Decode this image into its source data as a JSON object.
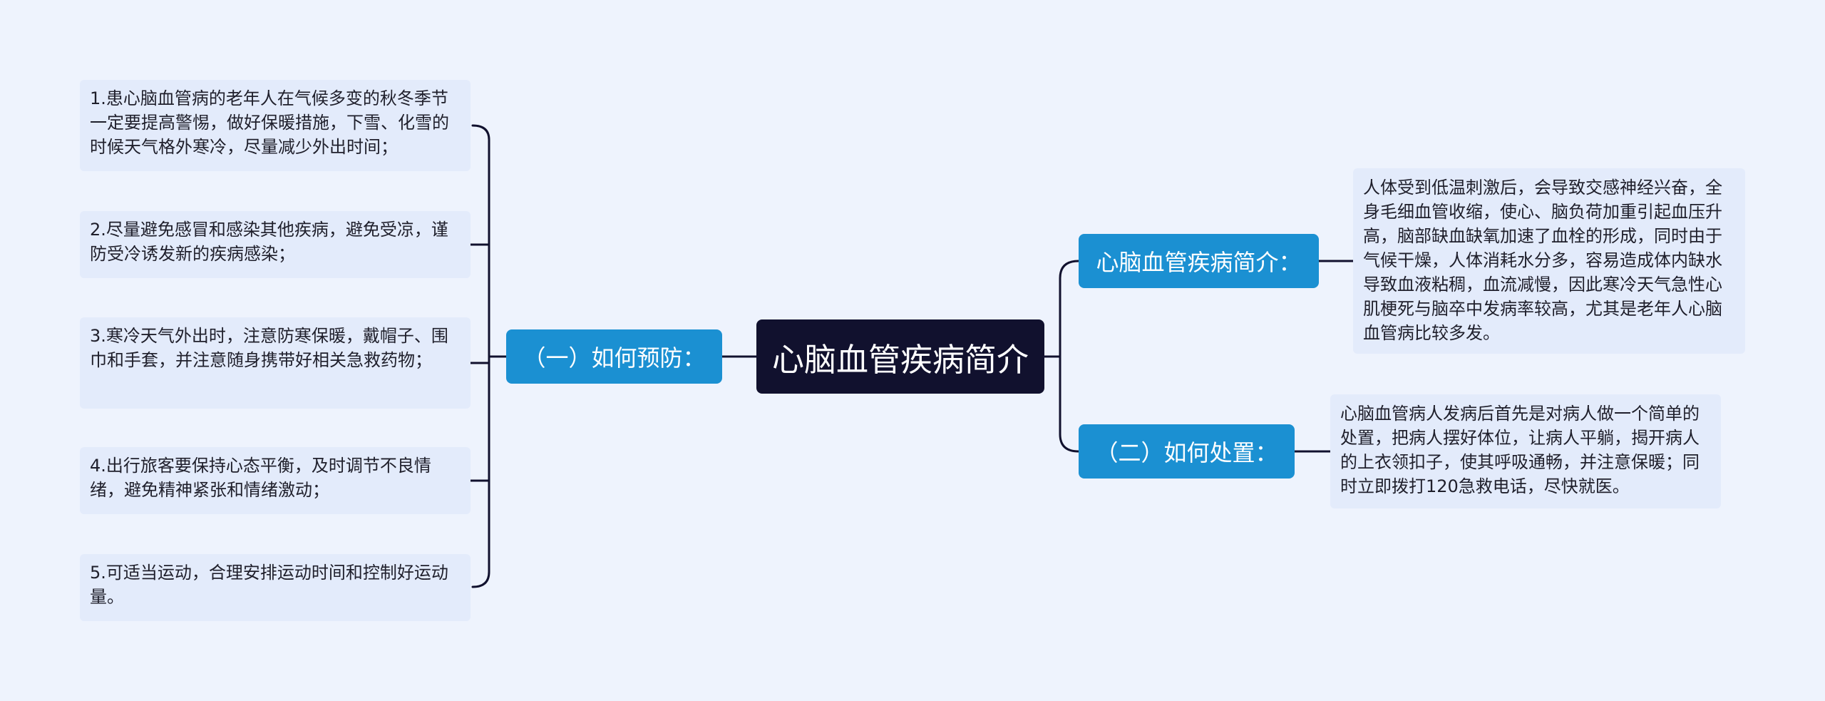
{
  "diagram": {
    "root": "心脑血管疾病简介",
    "colors": {
      "background": "#eef3fd",
      "root_fill": "#11112e",
      "branch_fill": "#1b90d2",
      "leaf_fill": "#e3ebfb",
      "connector": "#11112e"
    },
    "left_branch": {
      "label": "（一）如何预防：",
      "items": [
        "1.患心脑血管病的老年人在气候多变的秋冬季节一定要提高警惕，做好保暖措施，下雪、化雪的时候天气格外寒冷，尽量减少外出时间；",
        "2.尽量避免感冒和感染其他疾病，避免受凉，谨防受冷诱发新的疾病感染；",
        "3.寒冷天气外出时，注意防寒保暖，戴帽子、围巾和手套，并注意随身携带好相关急救药物；",
        "4.出行旅客要保持心态平衡，及时调节不良情绪，避免精神紧张和情绪激动；",
        "5.可适当运动，合理安排运动时间和控制好运动量。"
      ]
    },
    "right_branches": [
      {
        "label": "心脑血管疾病简介：",
        "text": "人体受到低温刺激后，会导致交感神经兴奋，全身毛细血管收缩，使心、脑负荷加重引起血压升高，脑部缺血缺氧加速了血栓的形成，同时由于气候干燥，人体消耗水分多，容易造成体内缺水导致血液粘稠，血流减慢，因此寒冷天气急性心肌梗死与脑卒中发病率较高，尤其是老年人心脑血管病比较多发。"
      },
      {
        "label": "（二）如何处置：",
        "text": "心脑血管病人发病后首先是对病人做一个简单的处置，把病人摆好体位，让病人平躺，揭开病人的上衣领扣子，使其呼吸通畅，并注意保暖；同时立即拨打120急救电话，尽快就医。"
      }
    ]
  }
}
